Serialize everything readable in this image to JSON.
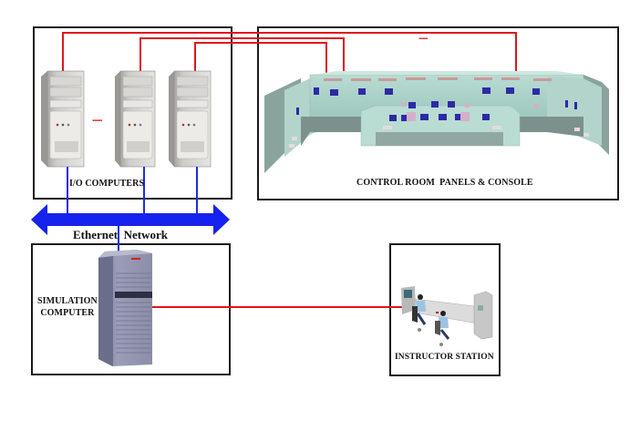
{
  "diagram": {
    "nodes": {
      "io_computers": {
        "label": "I/O COMPUTERS",
        "count_shown": 3,
        "ellipsis": "......"
      },
      "control_room": {
        "label": "CONTROL ROOM  PANELS & CONSOLE",
        "ellipsis": "........."
      },
      "network": {
        "label": "Ethernet  Network"
      },
      "simulation_computer": {
        "label_line1": "SIMULATION",
        "label_line2": "COMPUTER"
      },
      "instructor_station": {
        "label": "INSTRUCTOR STATION"
      }
    },
    "colors": {
      "io_link": "#e0141c",
      "network_link": "#1a2be0",
      "network_arrow": "#1622ee",
      "border": "#1a1a1a"
    },
    "connections": [
      {
        "from": "io_computers",
        "to": "control_room",
        "type": "io-link",
        "color": "red"
      },
      {
        "from": "io_computers",
        "to": "network",
        "type": "ethernet",
        "color": "blue"
      },
      {
        "from": "simulation_computer",
        "to": "network",
        "type": "ethernet",
        "color": "blue"
      },
      {
        "from": "simulation_computer",
        "to": "instructor_station",
        "type": "link",
        "color": "red"
      }
    ]
  }
}
